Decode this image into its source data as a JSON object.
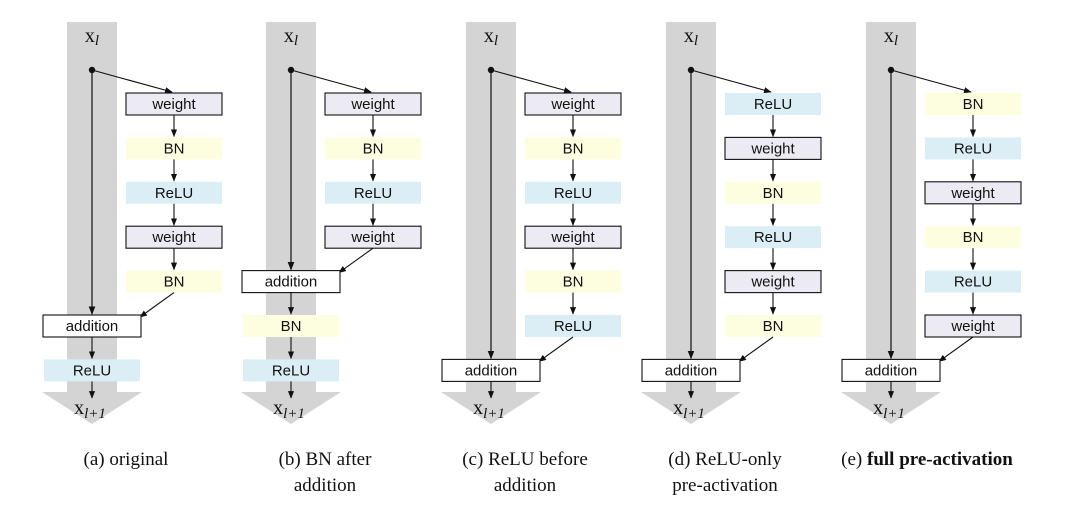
{
  "colors": {
    "weight": "#ecebf3",
    "bn": "#fdfde0",
    "relu": "#dbeef5",
    "addition": "#ffffff",
    "band": "#d4d4d4"
  },
  "symbols": {
    "input": "x",
    "input_sub": "l",
    "output": "x",
    "output_sub": "l+1"
  },
  "variants": [
    {
      "id": "original",
      "caption_tag": "(a)",
      "caption_lines": [
        "original"
      ],
      "caption_bold": false,
      "branch": [
        {
          "label": "weight",
          "kind": "weight"
        },
        {
          "label": "BN",
          "kind": "bn"
        },
        {
          "label": "ReLU",
          "kind": "relu"
        },
        {
          "label": "weight",
          "kind": "weight"
        },
        {
          "label": "BN",
          "kind": "bn"
        }
      ],
      "addition_label": "addition",
      "post": [
        {
          "label": "ReLU",
          "kind": "relu"
        }
      ]
    },
    {
      "id": "bn-after-addition",
      "caption_tag": "(b)",
      "caption_lines": [
        "BN after",
        "addition"
      ],
      "caption_bold": false,
      "branch": [
        {
          "label": "weight",
          "kind": "weight"
        },
        {
          "label": "BN",
          "kind": "bn"
        },
        {
          "label": "ReLU",
          "kind": "relu"
        },
        {
          "label": "weight",
          "kind": "weight"
        }
      ],
      "addition_label": "addition",
      "post": [
        {
          "label": "BN",
          "kind": "bn"
        },
        {
          "label": "ReLU",
          "kind": "relu"
        }
      ]
    },
    {
      "id": "relu-before-addition",
      "caption_tag": "(c)",
      "caption_lines": [
        "ReLU before",
        "addition"
      ],
      "caption_bold": false,
      "branch": [
        {
          "label": "weight",
          "kind": "weight"
        },
        {
          "label": "BN",
          "kind": "bn"
        },
        {
          "label": "ReLU",
          "kind": "relu"
        },
        {
          "label": "weight",
          "kind": "weight"
        },
        {
          "label": "BN",
          "kind": "bn"
        },
        {
          "label": "ReLU",
          "kind": "relu"
        }
      ],
      "addition_label": "addition",
      "post": []
    },
    {
      "id": "relu-only-pre-activation",
      "caption_tag": "(d)",
      "caption_lines": [
        "ReLU-only",
        "pre-activation"
      ],
      "caption_bold": false,
      "branch": [
        {
          "label": "ReLU",
          "kind": "relu"
        },
        {
          "label": "weight",
          "kind": "weight"
        },
        {
          "label": "BN",
          "kind": "bn"
        },
        {
          "label": "ReLU",
          "kind": "relu"
        },
        {
          "label": "weight",
          "kind": "weight"
        },
        {
          "label": "BN",
          "kind": "bn"
        }
      ],
      "addition_label": "addition",
      "post": []
    },
    {
      "id": "full-pre-activation",
      "caption_tag": "(e)",
      "caption_lines": [
        "full pre-activation"
      ],
      "caption_bold": true,
      "branch": [
        {
          "label": "BN",
          "kind": "bn"
        },
        {
          "label": "ReLU",
          "kind": "relu"
        },
        {
          "label": "weight",
          "kind": "weight"
        },
        {
          "label": "BN",
          "kind": "bn"
        },
        {
          "label": "ReLU",
          "kind": "relu"
        },
        {
          "label": "weight",
          "kind": "weight"
        }
      ],
      "addition_label": "addition",
      "post": []
    }
  ]
}
